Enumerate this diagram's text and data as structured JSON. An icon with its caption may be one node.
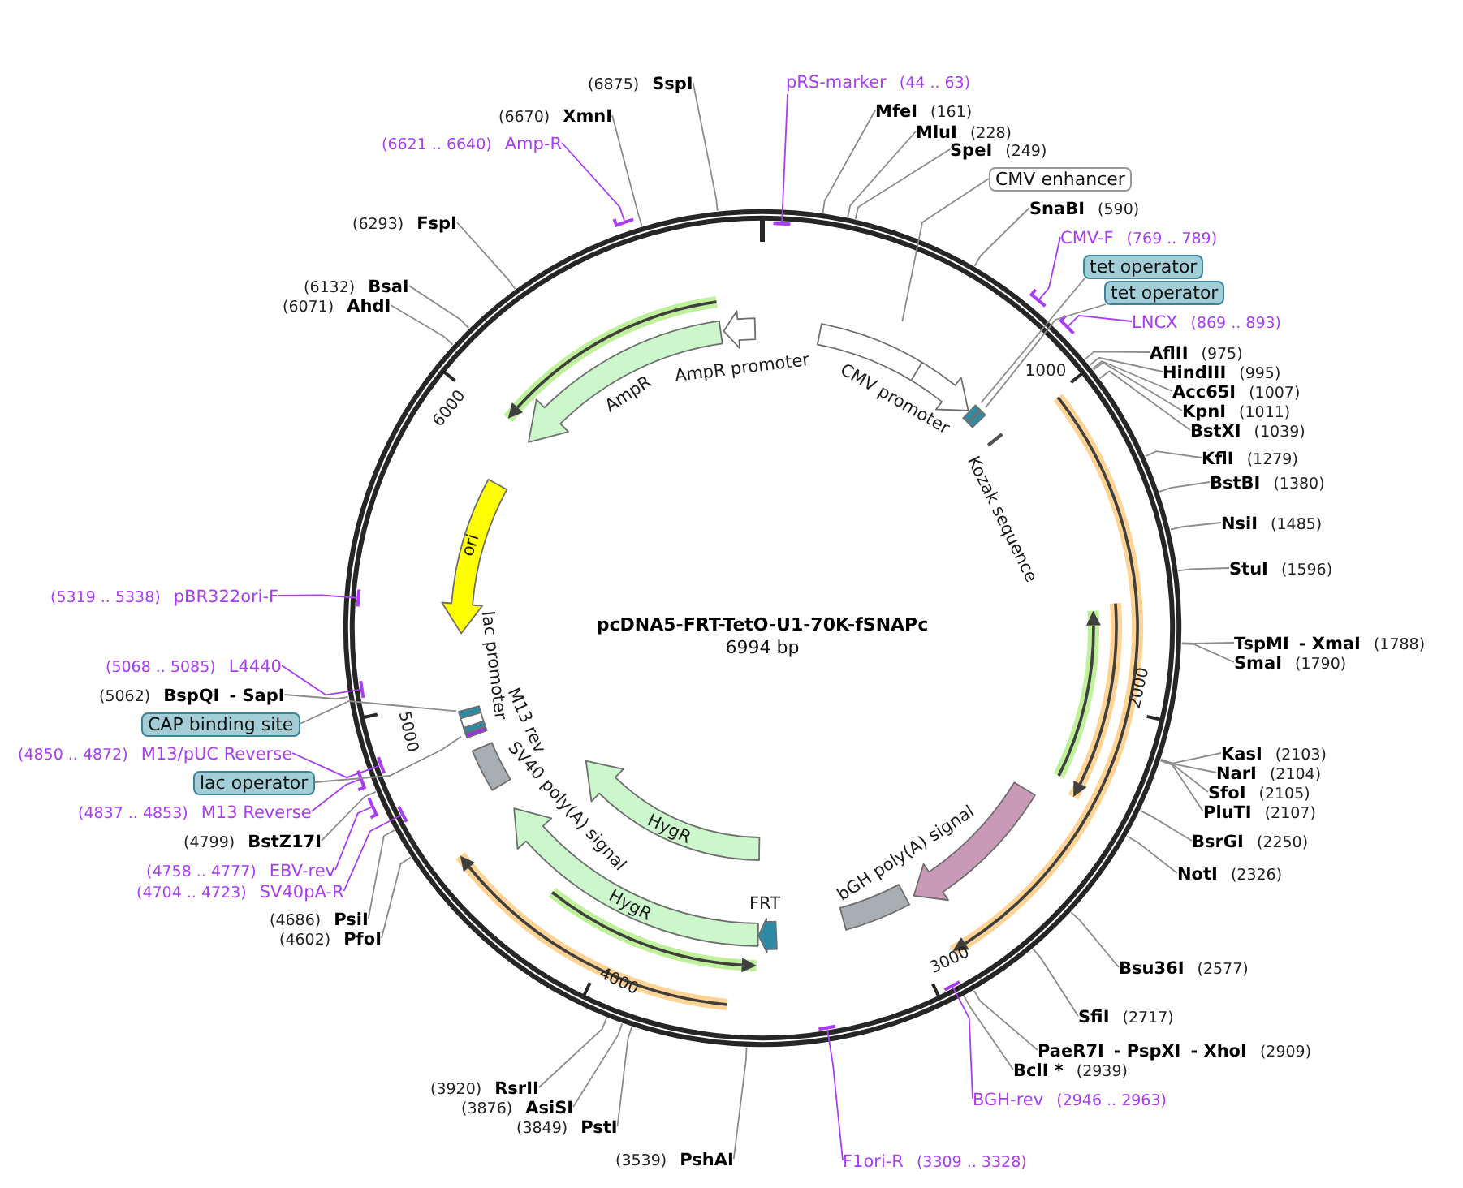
{
  "diagram": {
    "title": "pcDNA5-FRT-TetO-U1-70K-fSNAPc",
    "nodes": [
      {
        "text": [
          "pRS-marker"
        ],
        "beside": [
          "(44 .. 63)"
        ]
      },
      {
        "text": [
          "MfeI"
        ],
        "beside": [
          "(161)"
        ]
      },
      {
        "text": [
          "MluI"
        ],
        "beside": [
          "(228)"
        ]
      },
      {
        "text": [
          "SpeI"
        ],
        "beside": [
          "(249)"
        ]
      },
      {
        "text": [
          "CMV enhancer"
        ]
      },
      {
        "text": [
          "SnaBI"
        ],
        "beside": [
          "(590)"
        ]
      },
      {
        "text": [
          "CMV-F"
        ],
        "beside": [
          "(769 .. 789)"
        ]
      },
      {
        "text": [
          "tet operator"
        ]
      },
      {
        "text": [
          "tet operator"
        ]
      },
      {
        "text": [
          "LNCX"
        ],
        "beside": [
          "(869 .. 893)"
        ]
      },
      {
        "text": [
          "AflII"
        ],
        "beside": [
          "(975)"
        ]
      },
      {
        "text": [
          "HindIII"
        ],
        "beside": [
          "(995)"
        ]
      },
      {
        "text": [
          "Acc65I"
        ],
        "beside": [
          "(1007)"
        ]
      },
      {
        "text": [
          "KpnI"
        ],
        "beside": [
          "(1011)"
        ]
      },
      {
        "text": [
          "BstXI"
        ],
        "beside": [
          "(1039)"
        ]
      },
      {
        "text": [
          "KflI"
        ],
        "beside": [
          "(1279)"
        ]
      },
      {
        "text": [
          "BstBI"
        ],
        "beside": [
          "(1380)"
        ]
      },
      {
        "text": [
          "NsiI"
        ],
        "beside": [
          "(1485)"
        ]
      },
      {
        "text": [
          "StuI"
        ],
        "beside": [
          "(1596)"
        ]
      },
      {
        "text": [
          "TspMI",
          "- XmaI"
        ],
        "beside": [
          "(1788)"
        ]
      },
      {
        "text": [
          "SmaI"
        ],
        "beside": [
          "(1790)"
        ]
      },
      {
        "text": [
          "KasI"
        ],
        "beside": [
          "(2103)"
        ]
      },
      {
        "text": [
          "NarI"
        ],
        "beside": [
          "(2104)"
        ]
      },
      {
        "text": [
          "SfoI"
        ],
        "beside": [
          "(2105)"
        ]
      },
      {
        "text": [
          "PluTI"
        ],
        "beside": [
          "(2107)"
        ]
      },
      {
        "text": [
          "BsrGI"
        ],
        "beside": [
          "(2250)"
        ]
      },
      {
        "text": [
          "NotI"
        ],
        "beside": [
          "(2326)"
        ]
      },
      {
        "text": [
          "Bsu36I"
        ],
        "beside": [
          "(2577)"
        ]
      },
      {
        "text": [
          "SfiI"
        ],
        "beside": [
          "(2717)"
        ]
      },
      {
        "text": [
          "PaeR7I",
          "- PspXI",
          "- XhoI"
        ],
        "beside": [
          "(2909)"
        ]
      },
      {
        "text": [
          "BclI *"
        ],
        "beside": [
          "(2939)"
        ]
      },
      {
        "text": [
          "BGH-rev"
        ],
        "beside": [
          "(2946 .. 2963)"
        ]
      },
      {
        "text": [
          "F1ori-R"
        ],
        "beside": [
          "(3309 .. 3328)"
        ]
      },
      {
        "text": [
          "PshAI"
        ],
        "beside": [
          "(3539)"
        ]
      },
      {
        "text": [
          "PstI"
        ],
        "beside": [
          "(3849)"
        ]
      },
      {
        "text": [
          "AsiSI"
        ],
        "beside": [
          "(3876)"
        ]
      },
      {
        "text": [
          "RsrII"
        ],
        "beside": [
          "(3920)"
        ]
      },
      {
        "text": [
          "PfoI"
        ],
        "beside": [
          "(4602)"
        ]
      },
      {
        "text": [
          "PsiI"
        ],
        "beside": [
          "(4686)"
        ]
      },
      {
        "text": [
          "SV40pA-R"
        ],
        "beside": [
          "(4704 .. 4723)"
        ]
      },
      {
        "text": [
          "EBV-rev"
        ],
        "beside": [
          "(4758 .. 4777)"
        ]
      },
      {
        "text": [
          "BstZ17I"
        ],
        "beside": [
          "(4799)"
        ]
      },
      {
        "text": [
          "M13 Reverse"
        ],
        "beside": [
          "(4837 .. 4853)"
        ]
      },
      {
        "text": [
          "lac operator"
        ]
      },
      {
        "text": [
          "M13/pUC Reverse"
        ],
        "beside": [
          "(4850 .. 4872)"
        ]
      },
      {
        "text": [
          "CAP binding site"
        ]
      },
      {
        "text": [
          "BspQI",
          "- SapI"
        ],
        "beside": [
          "(5062)"
        ]
      },
      {
        "text": [
          "L4440"
        ],
        "beside": [
          "(5068 .. 5085)"
        ]
      },
      {
        "text": [
          "pBR322ori-F"
        ],
        "beside": [
          "(5319 .. 5338)"
        ]
      },
      {
        "text": [
          "AhdI"
        ],
        "beside": [
          "(6071)"
        ]
      },
      {
        "text": [
          "BsaI"
        ],
        "beside": [
          "(6132)"
        ]
      },
      {
        "text": [
          "FspI"
        ],
        "beside": [
          "(6293)"
        ]
      },
      {
        "text": [
          "Amp-R"
        ],
        "beside": [
          "(6621 .. 6640)"
        ]
      },
      {
        "text": [
          "XmnI"
        ],
        "beside": [
          "(6670)"
        ]
      },
      {
        "text": [
          "SspI"
        ],
        "beside": [
          "(6875)"
        ]
      },
      {
        "text": [
          "AmpR promoter"
        ]
      },
      {
        "text": [
          "AmpR"
        ]
      },
      {
        "text": [
          "CMV promoter"
        ]
      },
      {
        "text": [],
        "shape": "box"
      },
      {
        "text": [],
        "shape": "box"
      },
      {
        "text": [
          "Kozak sequence"
        ]
      },
      {
        "text": [
          "ori"
        ]
      },
      {
        "text": [],
        "shape": "box"
      },
      {
        "text": [
          "lac promoter"
        ]
      },
      {
        "text": [],
        "shape": "box"
      },
      {
        "text": [
          "M13 rev"
        ]
      },
      {
        "text": [
          "SV40 poly(A) signal"
        ]
      },
      {
        "text": [
          "HygR"
        ]
      },
      {
        "text": [
          "HygR"
        ]
      },
      {
        "text": [
          "FRT"
        ]
      },
      {
        "text": [
          "bGH poly(A) signal"
        ]
      },
      {
        "text": [],
        "shape": "arrow"
      }
    ],
    "edges": [
      {
        "from": 0,
        "to": null,
        "arrow": "none",
        "color": "#a93cf5"
      },
      {
        "from": 1,
        "to": null,
        "arrow": "none"
      },
      {
        "from": 2,
        "to": null,
        "arrow": "none"
      },
      {
        "from": 3,
        "to": null,
        "arrow": "none"
      },
      {
        "from": 4,
        "to": 57,
        "arrow": "none"
      },
      {
        "from": 5,
        "to": null,
        "arrow": "none"
      },
      {
        "from": 6,
        "to": null,
        "arrow": "none",
        "color": "#a93cf5"
      },
      {
        "from": 7,
        "to": 58,
        "arrow": "none"
      },
      {
        "from": 8,
        "to": 59,
        "arrow": "none"
      },
      {
        "from": 9,
        "to": null,
        "arrow": "none",
        "color": "#a93cf5"
      },
      {
        "from": 10,
        "to": null,
        "arrow": "none"
      },
      {
        "from": 11,
        "to": null,
        "arrow": "none"
      },
      {
        "from": 12,
        "to": null,
        "arrow": "none"
      },
      {
        "from": 13,
        "to": null,
        "arrow": "none"
      },
      {
        "from": 14,
        "to": null,
        "arrow": "none"
      },
      {
        "from": 15,
        "to": null,
        "arrow": "none"
      },
      {
        "from": 16,
        "to": null,
        "arrow": "none"
      },
      {
        "from": 17,
        "to": null,
        "arrow": "none"
      },
      {
        "from": 18,
        "to": null,
        "arrow": "none"
      },
      {
        "from": 19,
        "to": null,
        "arrow": "none"
      },
      {
        "from": 20,
        "to": null,
        "arrow": "none"
      },
      {
        "from": 21,
        "to": null,
        "arrow": "none"
      },
      {
        "from": 22,
        "to": null,
        "arrow": "none"
      },
      {
        "from": 23,
        "to": null,
        "arrow": "none"
      },
      {
        "from": 24,
        "to": null,
        "arrow": "none"
      },
      {
        "from": 25,
        "to": null,
        "arrow": "none"
      },
      {
        "from": 26,
        "to": null,
        "arrow": "none"
      },
      {
        "from": 27,
        "to": null,
        "arrow": "none"
      },
      {
        "from": 28,
        "to": null,
        "arrow": "none"
      },
      {
        "from": 29,
        "to": null,
        "arrow": "none"
      },
      {
        "from": 30,
        "to": null,
        "arrow": "none"
      },
      {
        "from": 31,
        "to": null,
        "arrow": "none",
        "color": "#a93cf5"
      },
      {
        "from": 32,
        "to": null,
        "arrow": "none",
        "color": "#a93cf5"
      },
      {
        "from": 33,
        "to": null,
        "arrow": "none"
      },
      {
        "from": 34,
        "to": null,
        "arrow": "none"
      },
      {
        "from": 35,
        "to": null,
        "arrow": "none"
      },
      {
        "from": 36,
        "to": null,
        "arrow": "none"
      },
      {
        "from": 37,
        "to": null,
        "arrow": "none"
      },
      {
        "from": 38,
        "to": null,
        "arrow": "none"
      },
      {
        "from": 39,
        "to": null,
        "arrow": "none",
        "color": "#a93cf5"
      },
      {
        "from": 40,
        "to": null,
        "arrow": "none",
        "color": "#a93cf5"
      },
      {
        "from": 41,
        "to": null,
        "arrow": "none"
      },
      {
        "from": 42,
        "to": null,
        "arrow": "none",
        "color": "#a93cf5"
      },
      {
        "from": 43,
        "to": 64,
        "arrow": "none"
      },
      {
        "from": 44,
        "to": null,
        "arrow": "none",
        "color": "#a93cf5"
      },
      {
        "from": 45,
        "to": 62,
        "arrow": "none"
      },
      {
        "from": 46,
        "to": null,
        "arrow": "none"
      },
      {
        "from": 47,
        "to": null,
        "arrow": "none",
        "color": "#a93cf5"
      },
      {
        "from": 48,
        "to": null,
        "arrow": "none",
        "color": "#a93cf5"
      },
      {
        "from": 49,
        "to": null,
        "arrow": "none"
      },
      {
        "from": 50,
        "to": null,
        "arrow": "none"
      },
      {
        "from": 51,
        "to": null,
        "arrow": "none"
      },
      {
        "from": 52,
        "to": null,
        "arrow": "none",
        "color": "#a93cf5"
      },
      {
        "from": 53,
        "to": null,
        "arrow": "none"
      },
      {
        "from": 54,
        "to": null,
        "arrow": "none"
      }
    ],
    "labels": [
      "6994 bp",
      "1000",
      "2000",
      "3000",
      "4000",
      "5000",
      "6000"
    ]
  }
}
